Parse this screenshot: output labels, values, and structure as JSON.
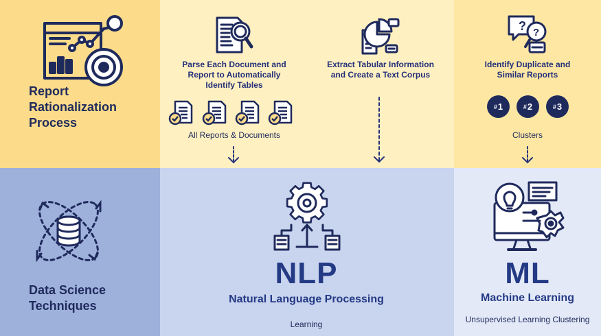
{
  "top": {
    "process_title": "Report Rationalization Process",
    "step1": {
      "label": "Parse Each Document and Report to Automatically Identify Tables",
      "caption": "All Reports & Documents"
    },
    "step2": {
      "label": "Extract Tabular Information and Create a Text Corpus"
    },
    "step3": {
      "label": "Identify Duplicate and Similar Reports",
      "caption": "Clusters",
      "clusters": [
        "1",
        "2",
        "3"
      ]
    }
  },
  "bottom": {
    "techniques_title": "Data Science Techniques",
    "nlp": {
      "acronym": "NLP",
      "full": "Natural Language Processing",
      "caption": "Learning"
    },
    "ml": {
      "acronym": "ML",
      "full": "Machine Learning",
      "caption": "Unsupervised Learning Clustering"
    }
  },
  "colors": {
    "navy": "#1f2a5c",
    "accent_blue": "#243a85",
    "yellow_dark": "#fcdc8a",
    "yellow_light": "#fef0c1",
    "blue_dark": "#9eb1db",
    "blue_mid": "#c9d4ee",
    "blue_light": "#e3e9f7"
  },
  "icons": [
    "report-chart-icon",
    "document-search-icon",
    "document-check-icon",
    "pie-chart-document-icon",
    "question-chat-icon",
    "database-orbit-icon",
    "gear-books-icon",
    "monitor-brain-icon"
  ]
}
